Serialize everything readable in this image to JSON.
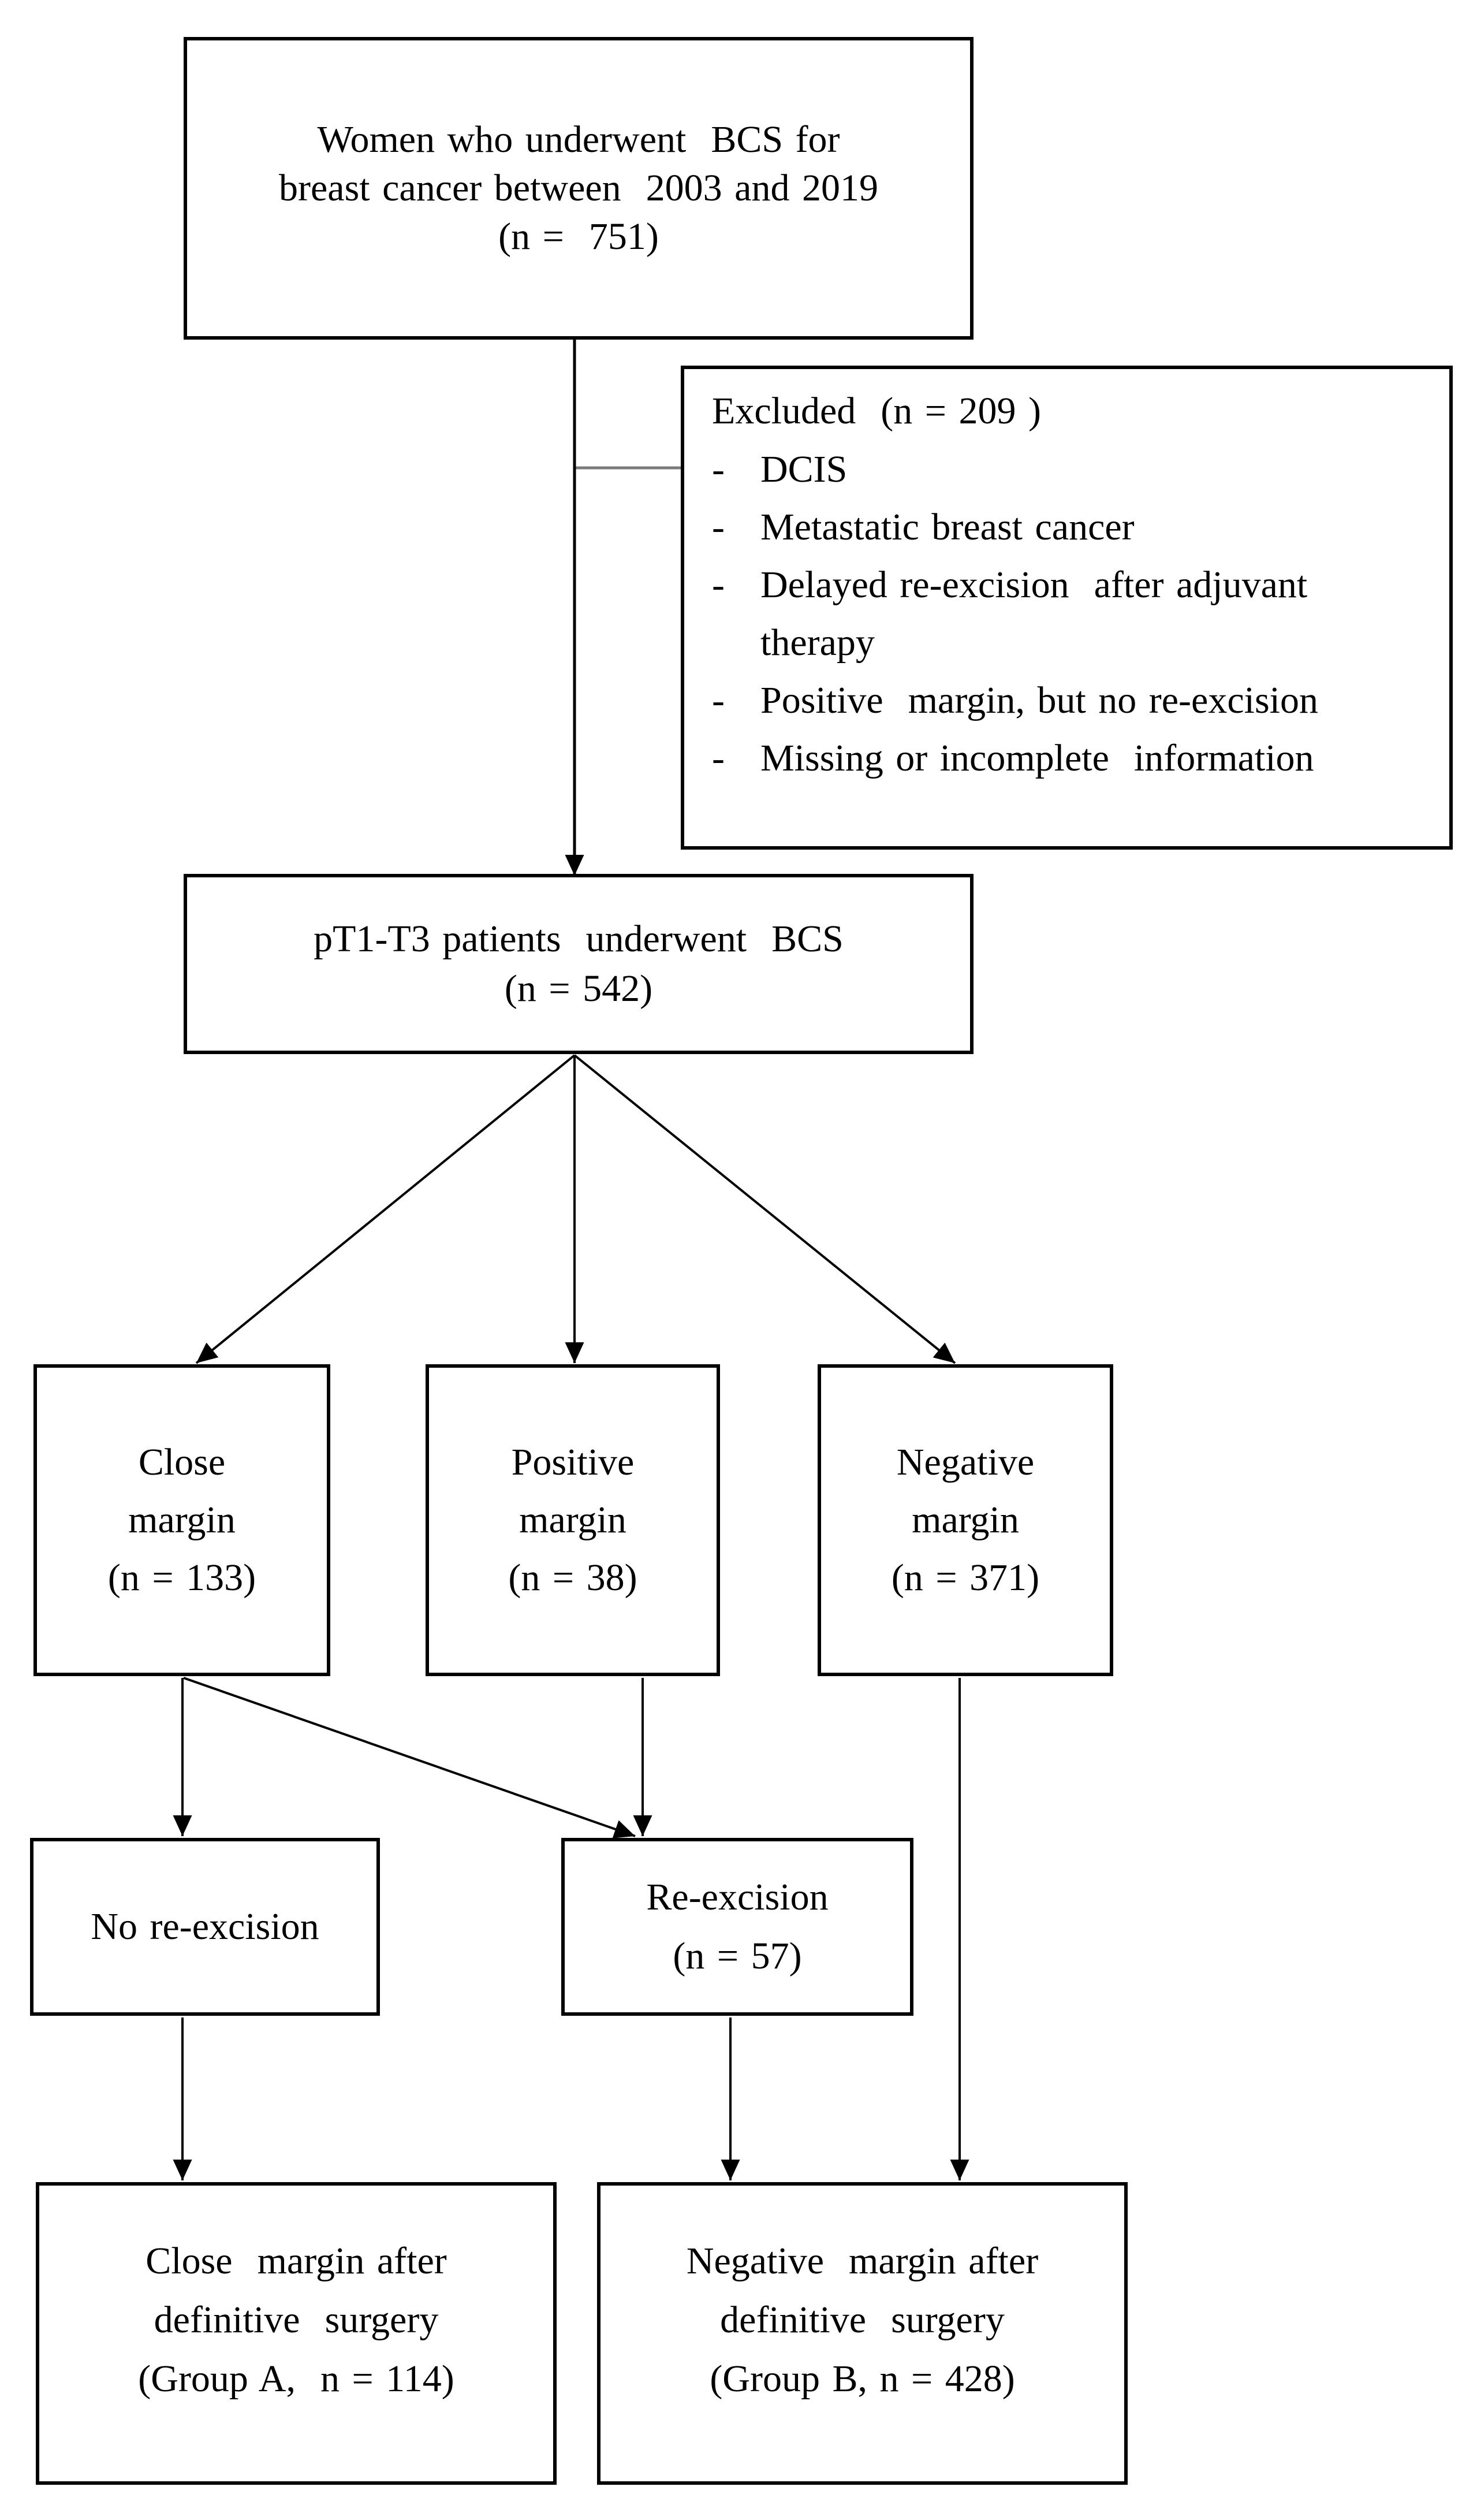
{
  "page": {
    "background": "#ffffff",
    "ink_color": "#000000",
    "connector_gray": "#7a7a7a",
    "bullet_char": "-"
  },
  "boxes": {
    "women": {
      "lines": [
        "Women who underwent  BCS for",
        "breast cancer between  2003 and 2019",
        "(n =  751)"
      ]
    },
    "excluded": {
      "title": "Excluded  (n = 209 )",
      "items": [
        "DCIS",
        "Metastatic breast cancer",
        "Delayed re-excision  after adjuvant therapy",
        "Positive  margin, but no re-excision",
        "Missing or incomplete  information"
      ]
    },
    "pt1t3": {
      "lines": [
        "pT1-T3 patients  underwent  BCS",
        "(n = 542)"
      ]
    },
    "close_margin": {
      "lines": [
        "Close",
        "margin",
        "(n = 133)"
      ]
    },
    "positive_margin": {
      "lines": [
        "Positive",
        "margin",
        "(n = 38)"
      ]
    },
    "negative_margin": {
      "lines": [
        "Negative",
        "margin",
        "(n = 371)"
      ]
    },
    "no_reexcision": {
      "lines": [
        "No re-excision"
      ]
    },
    "reexcision": {
      "lines": [
        "Re-excision",
        "(n = 57)"
      ]
    },
    "group_a": {
      "lines": [
        "Close  margin after",
        "definitive  surgery",
        "(Group A,  n = 114)"
      ]
    },
    "group_b": {
      "lines": [
        "Negative  margin after",
        "definitive  surgery",
        "(Group B, n = 428)"
      ]
    }
  }
}
